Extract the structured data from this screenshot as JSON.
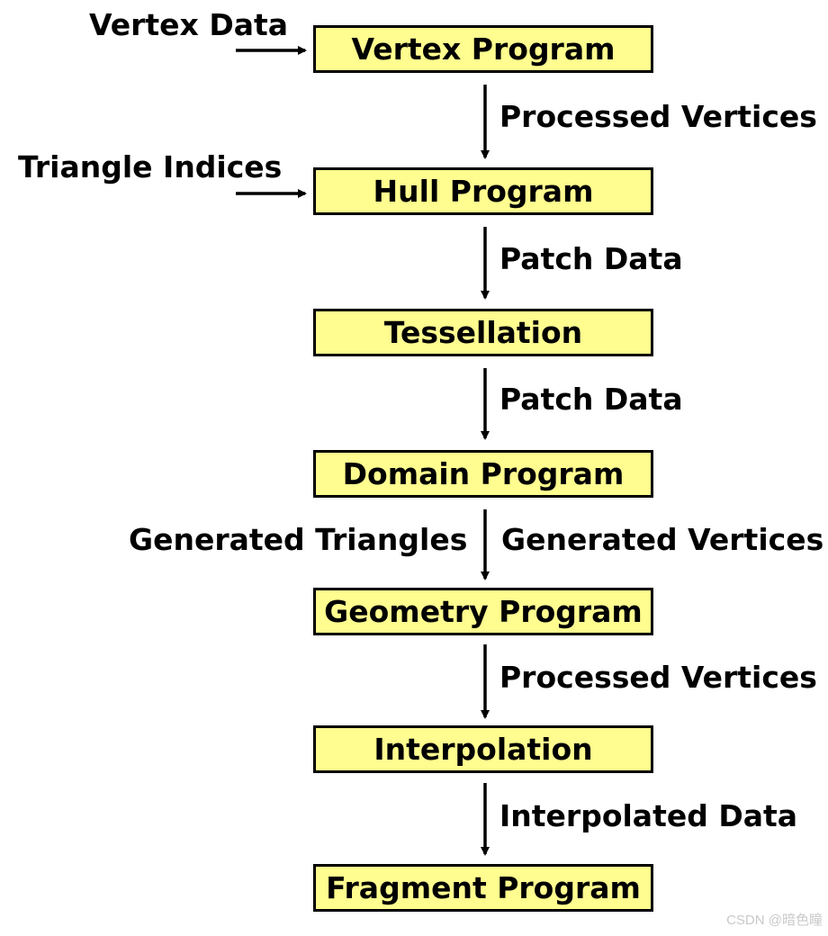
{
  "diagram": {
    "stages": [
      "Vertex Program",
      "Hull Program",
      "Tessellation",
      "Domain Program",
      "Geometry Program",
      "Interpolation",
      "Fragment Program"
    ],
    "inputs": [
      "Vertex Data",
      "Triangle Indices"
    ],
    "edges": [
      "Processed Vertices",
      "Patch Data",
      "Patch Data",
      "Generated Vertices",
      "Processed Vertices",
      "Interpolated Data"
    ],
    "edge_left_label": "Generated Triangles",
    "box_fill": "#fffd8f",
    "line_color": "#000000"
  },
  "watermark": "CSDN @暗色瞳"
}
